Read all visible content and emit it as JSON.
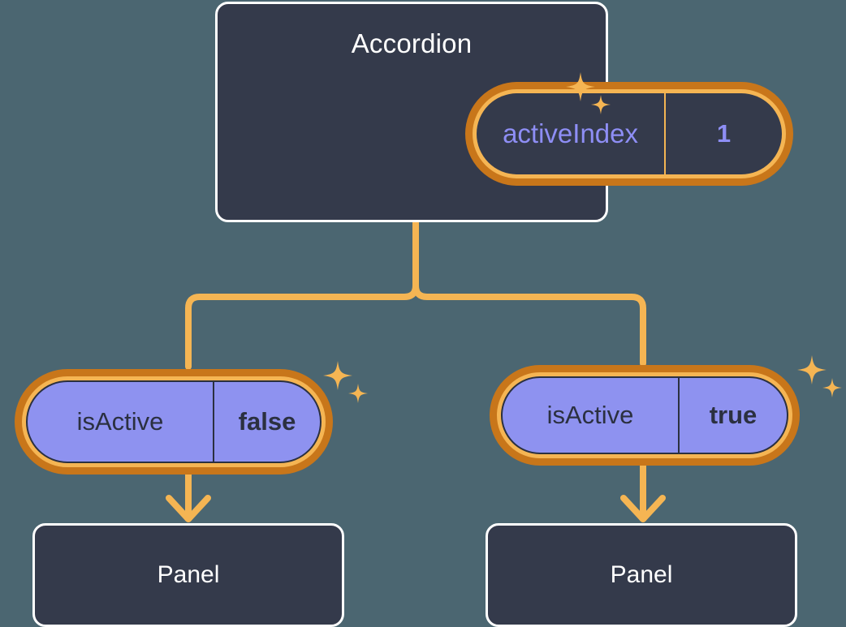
{
  "diagram": {
    "background_color": "#4b6671",
    "accent_color": "#f5b553",
    "accent_dark_color": "#c8761a",
    "purple_color": "#8e92f0",
    "card_color": "#343a4b",
    "root": {
      "title": "Accordion",
      "state": {
        "key": "activeIndex",
        "value": "1"
      }
    },
    "branches": [
      {
        "state": {
          "key": "isActive",
          "value": "false"
        },
        "child": {
          "title": "Panel"
        }
      },
      {
        "state": {
          "key": "isActive",
          "value": "true"
        },
        "child": {
          "title": "Panel"
        }
      }
    ]
  }
}
